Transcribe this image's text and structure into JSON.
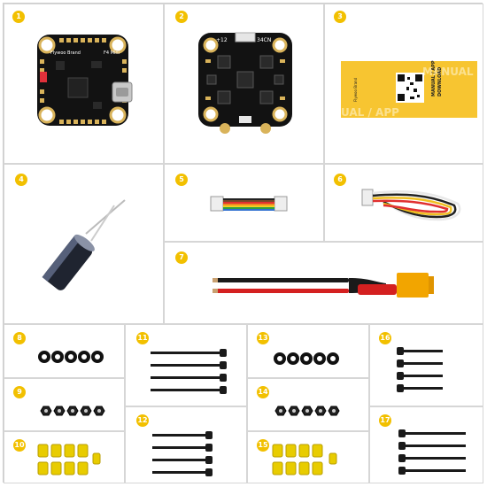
{
  "badges": {
    "b1": "1",
    "b2": "2",
    "b3": "3",
    "b4": "4",
    "b5": "5",
    "b6": "6",
    "b7": "7",
    "b8": "8",
    "b9": "9",
    "b10": "10",
    "b11": "11",
    "b12": "12",
    "b13": "13",
    "b14": "14",
    "b15": "15",
    "b16": "16",
    "b17": "17"
  },
  "fc_board": {
    "brand": "Flywoo Brand",
    "model": "F4 Mini"
  },
  "esc_board": {
    "left_label": "+12",
    "right_label": "34CN"
  },
  "manual_card": {
    "bg_text_top": "MANUAL",
    "bg_text_bottom": "UAL / APP",
    "title": "MANUAL / APP",
    "subtitle": "DOWNLOAD",
    "brand": "Flywoo Brand"
  },
  "colors": {
    "badge": "#f2c000",
    "card": "#f7c531",
    "pcb": "#111111",
    "gold_pad": "#d9b35a",
    "xt60": "#f2a500",
    "grommet": "#e8cc00"
  }
}
